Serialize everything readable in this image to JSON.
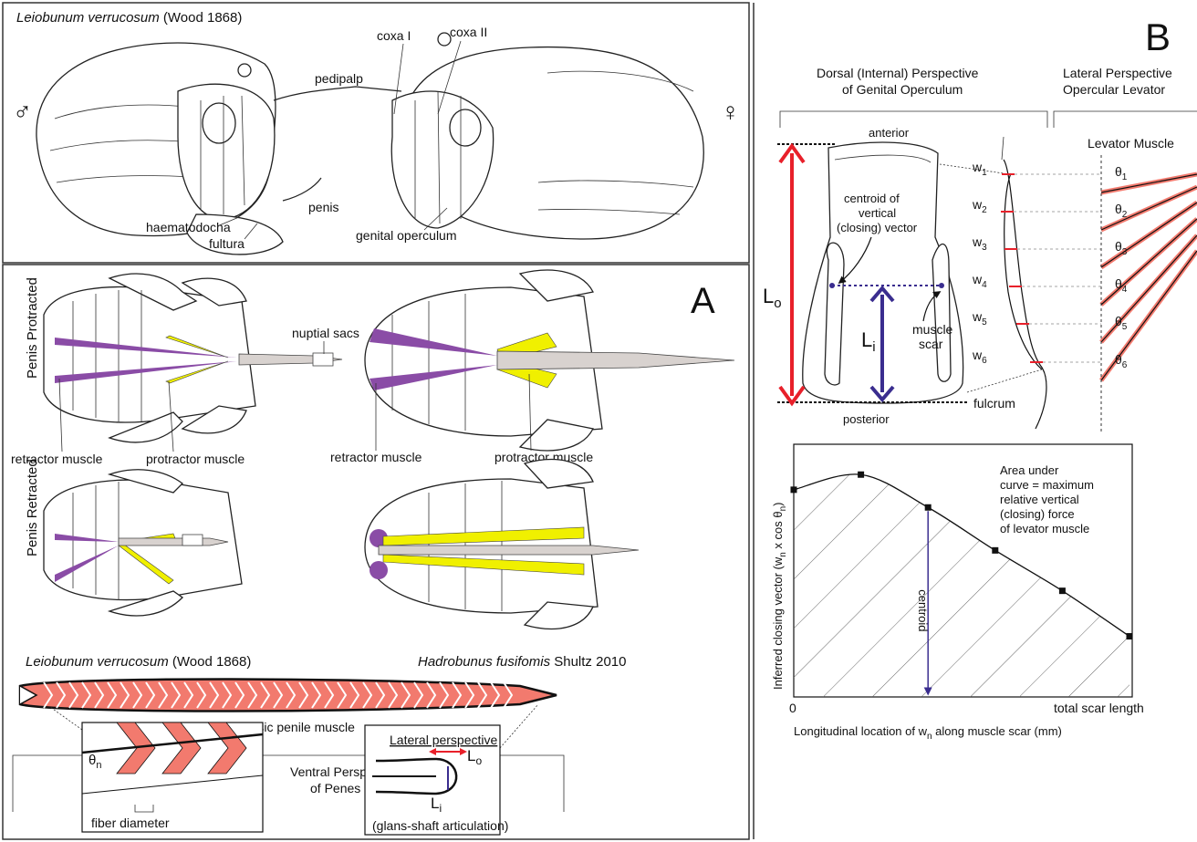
{
  "top": {
    "species_title": "Leiobunum verrucosum",
    "species_author": " (Wood 1868)",
    "male_symbol": "♂",
    "female_symbol": "♀",
    "labels": {
      "coxa1": "coxa I",
      "coxa2": "coxa II",
      "pedipalp": "pedipalp",
      "penis": "penis",
      "haematodocha": "haematodocha",
      "fultura": "fultura",
      "genital_operculum": "genital operculum"
    }
  },
  "panel_a": {
    "letter": "A",
    "row_protracted": "Penis Protracted",
    "row_retracted": "Penis Retracted",
    "nuptial_sacs": "nuptial sacs",
    "retractor_left": "retractor muscle",
    "protractor_left": "protractor muscle",
    "retractor_right": "retractor muscle",
    "protractor_right": "protractor muscle",
    "species_left": "Leiobunum verrucosum",
    "species_left_author": " (Wood 1868)",
    "species_right": "Hadrobunus fusifomis",
    "species_right_author": " Shultz 2010",
    "intrinsic": "intrinsic penile muscle",
    "ventral_line1": "Ventral Perspective",
    "ventral_line2": "of Penes",
    "theta_n": "θ",
    "theta_sub": "n",
    "fiber_diameter": "fiber diameter",
    "lateral_perspective": "Lateral perspective",
    "Lo": "L",
    "Lo_sub": "o",
    "Li": "L",
    "Li_sub": "i",
    "glans_shaft": "(glans-shaft articulation)"
  },
  "panel_b": {
    "letter": "B",
    "dorsal_line1": "Dorsal (Internal) Perspective",
    "dorsal_line2": "of Genital Operculum",
    "lateral_line1": "Lateral Perspective",
    "lateral_line2": "Opercular Levator",
    "levator_muscle": "Levator Muscle",
    "anterior": "anterior",
    "posterior": "posterior",
    "fulcrum": "fulcrum",
    "centroid_line1": "centroid of",
    "centroid_line2": "vertical",
    "centroid_line3": "(closing) vector",
    "muscle_scar_1": "muscle",
    "muscle_scar_2": "scar",
    "Lo": "L",
    "Lo_sub": "o",
    "Li": "L",
    "Li_sub": "i",
    "w_labels": [
      "w",
      "w",
      "w",
      "w",
      "w",
      "w"
    ],
    "w_subs": [
      "1",
      "2",
      "3",
      "4",
      "5",
      "6"
    ],
    "theta_labels": [
      "θ",
      "θ",
      "θ",
      "θ",
      "θ",
      "θ"
    ],
    "theta_subs": [
      "1",
      "2",
      "3",
      "4",
      "5",
      "6"
    ]
  },
  "chart_data": {
    "type": "area",
    "title": "",
    "xlabel": "Longitudinal location of w",
    "xlabel_sub": "n",
    "xlabel_rest": " along muscle scar (mm)",
    "ylabel": "Inferred  closing vector  (w",
    "ylabel_sub": "n",
    "ylabel_mid": " x cos θ",
    "ylabel_sub2": "n",
    "ylabel_end": ")",
    "x_tick_labels": [
      "0",
      "total scar length"
    ],
    "x": [
      0,
      1,
      2,
      3,
      4,
      5
    ],
    "y": [
      0.82,
      0.88,
      0.75,
      0.58,
      0.42,
      0.24
    ],
    "xlim": [
      0,
      5
    ],
    "ylim": [
      0,
      1
    ],
    "hatched_area": true,
    "annotation_line1": "Area under",
    "annotation_line2": "curve = maximum",
    "annotation_line3": "relative vertical",
    "annotation_line4": "(closing) force",
    "annotation_line5": "of levator muscle",
    "centroid_label": "centroid",
    "centroid_x": 2.0,
    "colors": {
      "curve": "#111111",
      "centroid": "#3b3399",
      "hatch": "#555555"
    }
  },
  "colors": {
    "retractor": "#8a4ca6",
    "protractor": "#f0f000",
    "penis_fill": "#d8d2cf",
    "red": "#e8202a",
    "blue": "#3a2d8f",
    "muscle_pink": "#f27a6e"
  }
}
